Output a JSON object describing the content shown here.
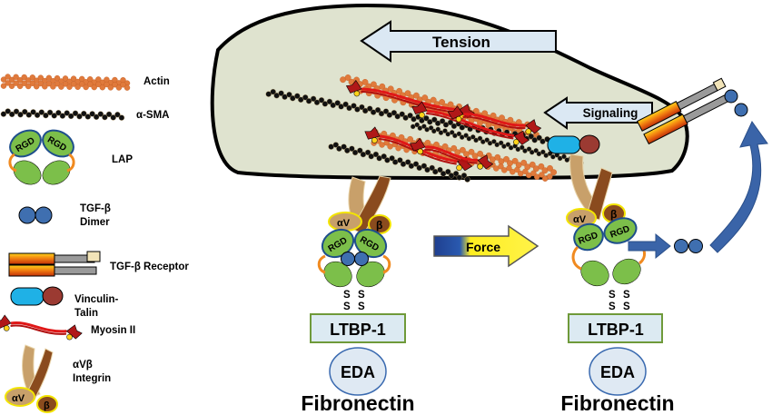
{
  "legend": {
    "actin": "Actin",
    "alpha_sma": "α-SMA",
    "lap": "LAP",
    "tgfb_dimer_line1": "TGF-β",
    "tgfb_dimer_line2": "Dimer",
    "tgfb_receptor": "TGF-β  Receptor",
    "vinculin_line1": "Vinculin-",
    "vinculin_line2": "Talin",
    "myosin": "Myosin II",
    "integrin_line1": "αVβ",
    "integrin_line2": "Integrin"
  },
  "arrows": {
    "tension": "Tension",
    "signaling": "Signaling",
    "force": "Force"
  },
  "molecule_labels": {
    "rgd": "RGD",
    "alpha_v": "αV",
    "beta": "β",
    "s": "S"
  },
  "left_complex": {
    "ltbp": "LTBP-1",
    "eda": "EDA",
    "fibronectin": "Fibronectin"
  },
  "right_complex": {
    "ltbp": "LTBP-1",
    "eda": "EDA",
    "fibronectin": "Fibronectin"
  },
  "colors": {
    "cell_fill": "#dfe3cf",
    "actin": "#e07a3c",
    "alpha_sma": "#111111",
    "lap_green": "#7cbf4a",
    "tgfb_blue": "#3f6fb0",
    "vinculin_blue": "#1fb1e6",
    "talin_red": "#9b3a32",
    "integrin_tan": "#c8a06a",
    "integrin_brown": "#8a4b1e",
    "ltbp_fill": "#dceaf2",
    "eda_fill": "#dfe9f3",
    "arrow_fill": "#dbe8f3",
    "force_yellow": "#fff21a"
  }
}
